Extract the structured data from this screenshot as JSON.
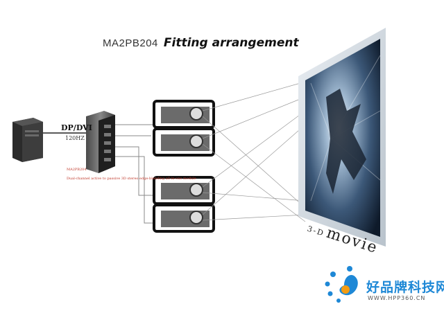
{
  "title": {
    "model": "MA2PB204",
    "main": "Fitting arrangement"
  },
  "labels": {
    "dvi": "DP/DVI",
    "hz": "120HZ",
    "red_note_1": "MA2PB204",
    "red_note_2": "Dual-channel active to passive 3D stereo edge-blending all-in-one module",
    "movie_prefix": "3-D",
    "movie": "movie"
  },
  "brand": {
    "name": "好品牌科技网",
    "url": "WWW.HPP360.CN"
  },
  "colors": {
    "accent": "#1e88d6",
    "logo_orange": "#f39c12",
    "note_red": "#c0392b"
  },
  "icons": [
    "computer-tower-icon",
    "converter-box-icon",
    "projector-icon",
    "screen-icon",
    "brand-logo-icon"
  ]
}
